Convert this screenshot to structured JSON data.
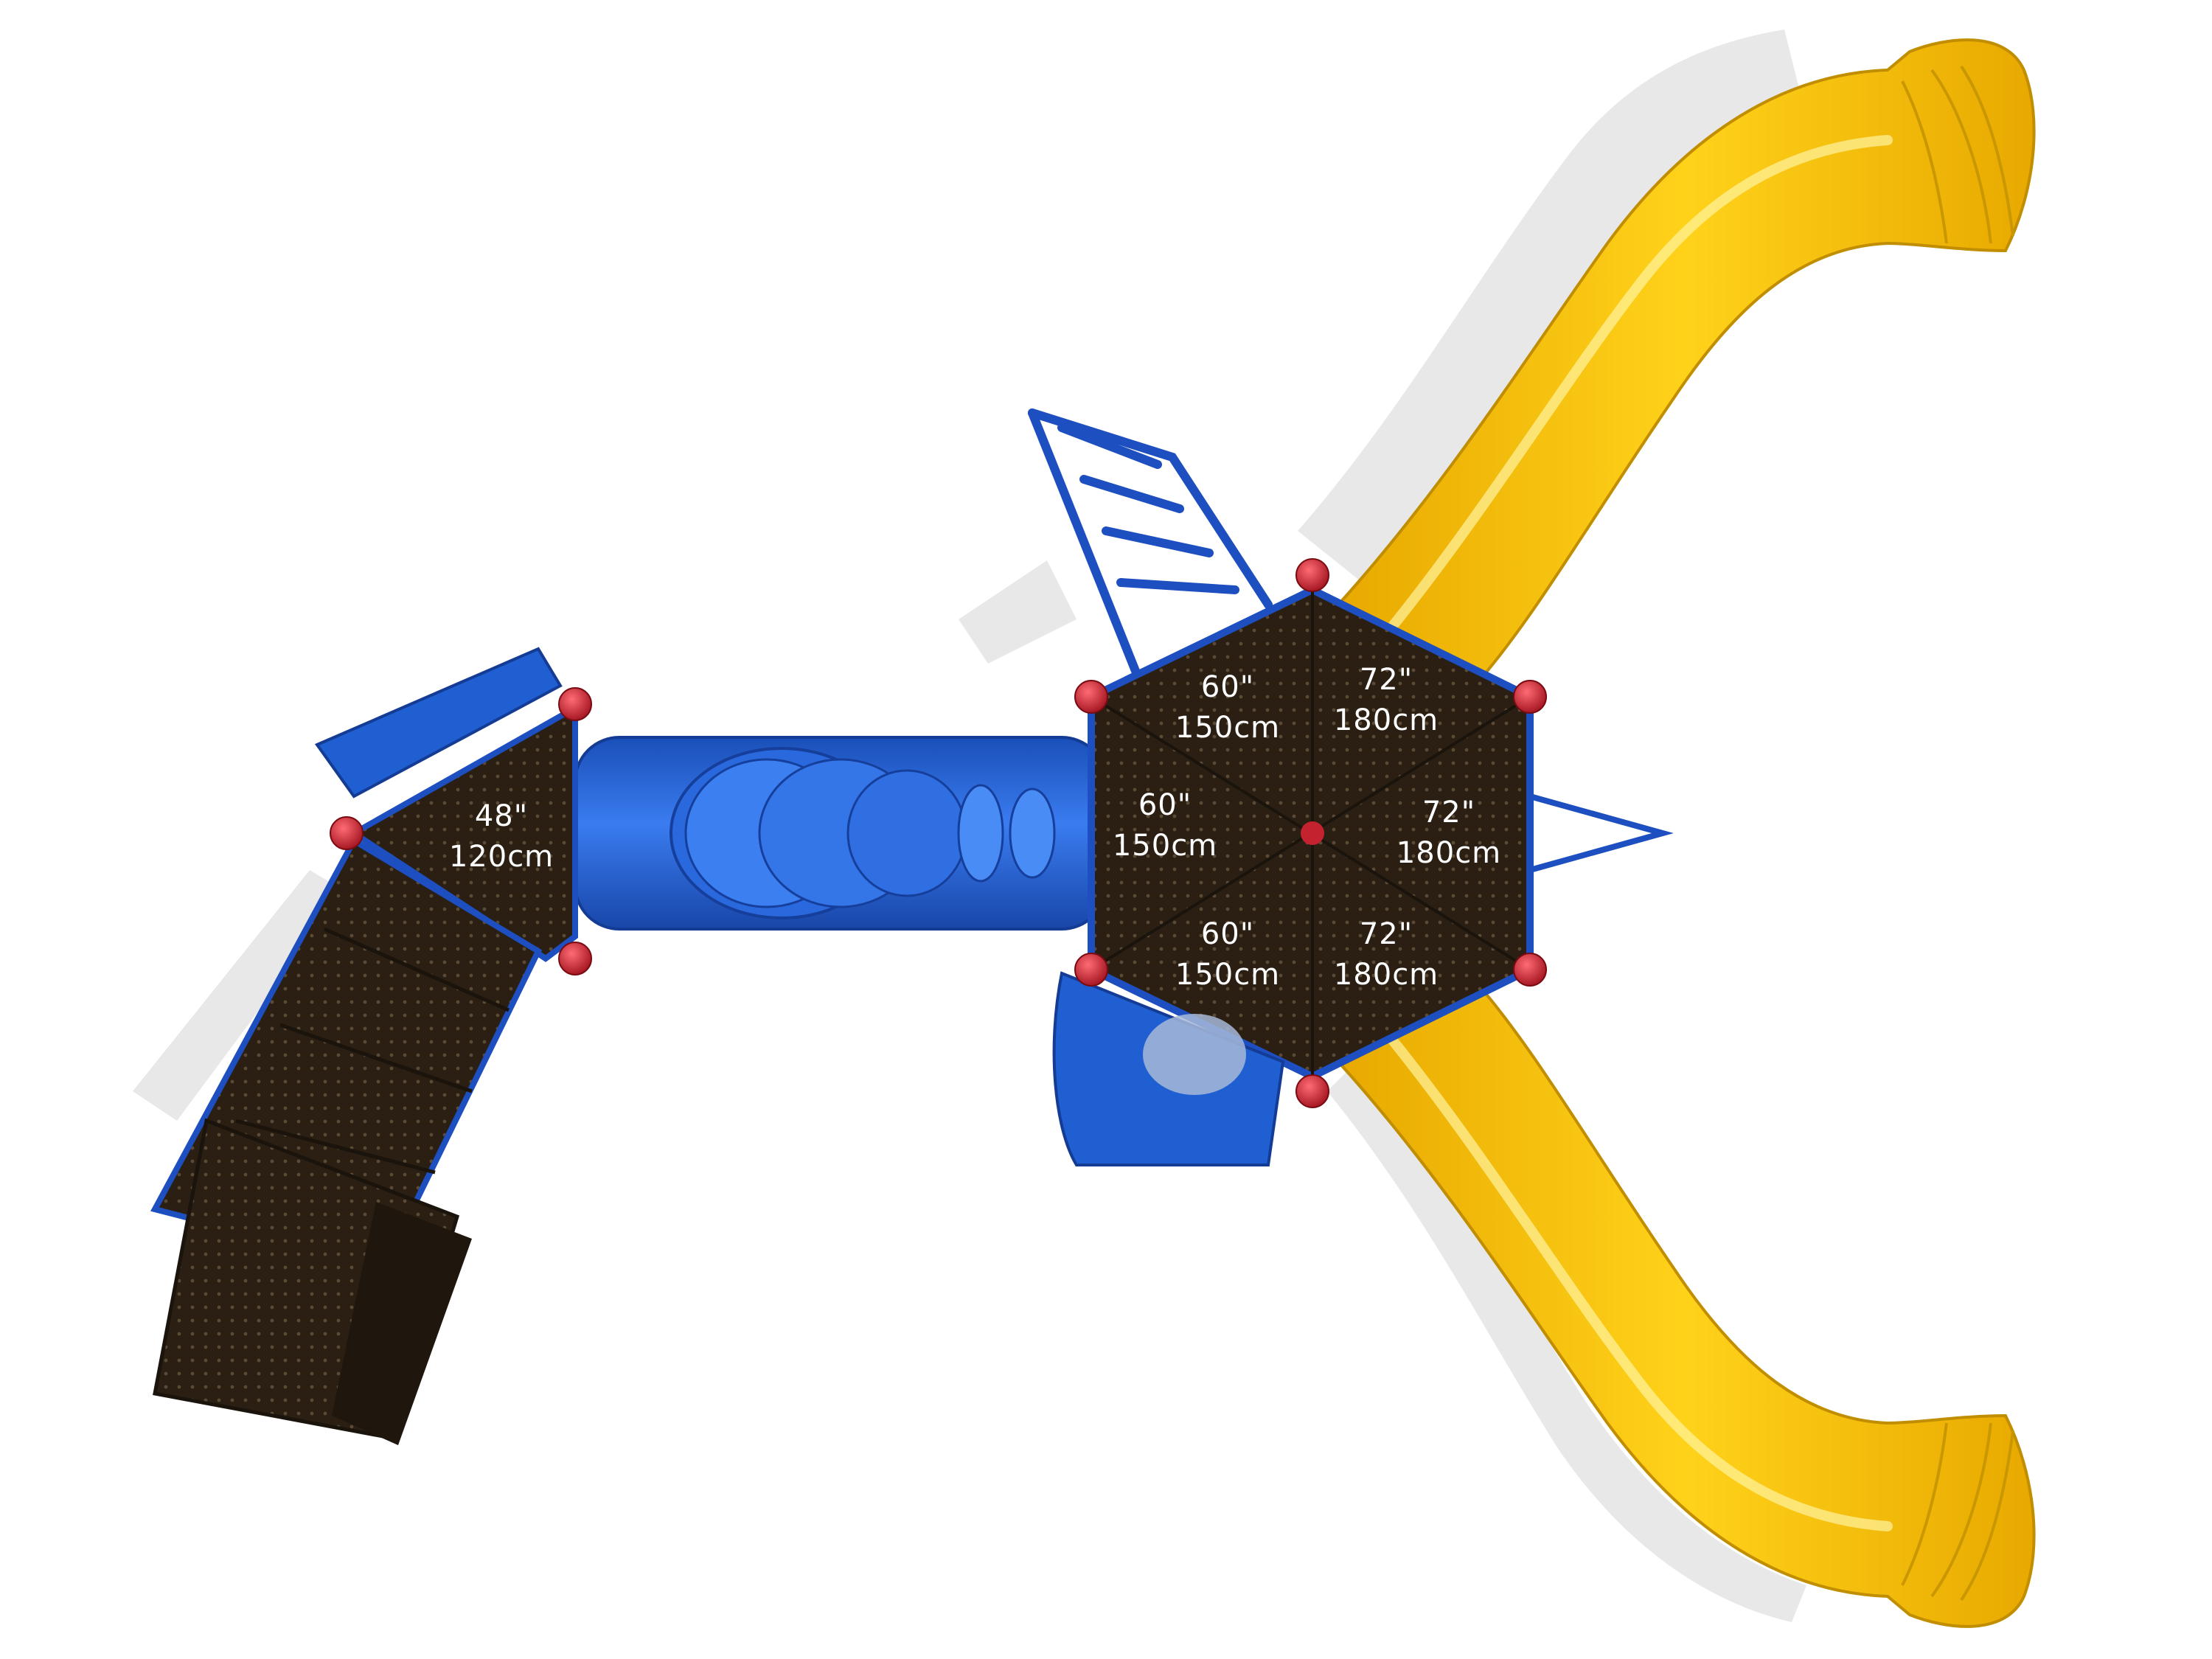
{
  "colors": {
    "slide": "#f7c600",
    "slide_shade": "#e0a800",
    "tube": "#1f5fd1",
    "frame": "#1d4fc0",
    "deck": "#2a1f12",
    "post_cap": "#c4222e",
    "label": "#ffffff",
    "background": "#ffffff"
  },
  "decks": [
    {
      "id": "left-square",
      "inches": "48\"",
      "cm": "120cm"
    },
    {
      "id": "hex-top-left",
      "inches": "60\"",
      "cm": "150cm"
    },
    {
      "id": "hex-left",
      "inches": "60\"",
      "cm": "150cm"
    },
    {
      "id": "hex-bottom-left",
      "inches": "60\"",
      "cm": "150cm"
    },
    {
      "id": "hex-top-right",
      "inches": "72\"",
      "cm": "180cm"
    },
    {
      "id": "hex-right",
      "inches": "72\"",
      "cm": "180cm"
    },
    {
      "id": "hex-bottom-right",
      "inches": "72\"",
      "cm": "180cm"
    }
  ],
  "components": [
    "wave-slide-top-icon",
    "wave-slide-bottom-icon",
    "tube-crawl-icon",
    "overhead-ladder-icon",
    "hexagon-deck-icon",
    "square-deck-icon",
    "step-ramp-icon",
    "bubble-panel-icon"
  ]
}
